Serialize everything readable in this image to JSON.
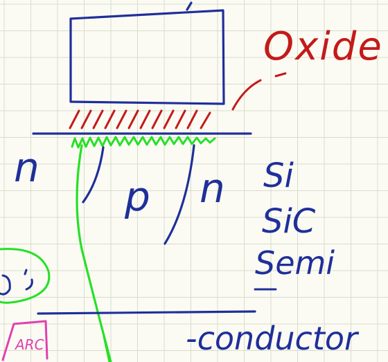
{
  "labels": {
    "oxide": "Oxide",
    "n_left": "n",
    "p_region": "p",
    "n_right": "n",
    "si": "Si",
    "sic": "SiC",
    "semi": "Semi",
    "conductor": "-conductor",
    "pink_note": "ARC"
  },
  "colors": {
    "paper": "#fbfbf4",
    "grid": "#d8dcc8",
    "ink": "#1f2f9a",
    "oxide_red": "#c41a1a",
    "channel_green": "#25e025",
    "pink": "#e040b0"
  }
}
